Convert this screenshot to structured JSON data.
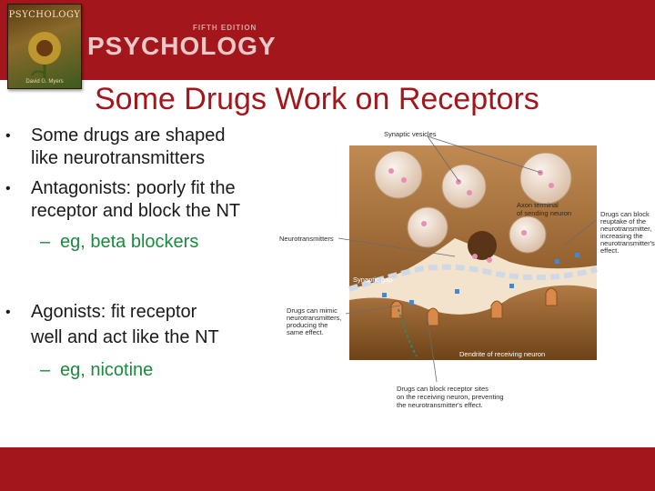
{
  "header": {
    "book_title": "PSYCHOLOGY",
    "book_author": "David G. Myers",
    "edition": "FIFTH EDITION",
    "brand": "PSYCHOLOGY",
    "band_color": "#a3161c"
  },
  "slide": {
    "title": "Some Drugs Work on Receptors",
    "bullets": [
      {
        "lines": [
          "Some drugs are shaped",
          "like neurotransmitters"
        ]
      },
      {
        "lines": [
          "Antagonists: poorly fit the",
          "receptor and block the NT"
        ],
        "sub": "eg, beta blockers"
      },
      {
        "lines": [
          "Agonists: fit receptor",
          "well and act like the NT"
        ],
        "sub": "eg, nicotine"
      }
    ],
    "sub_color": "#1a8a3e"
  },
  "figure": {
    "labels": {
      "synaptic_vesicles": "Synaptic vesicles",
      "axon_terminal": [
        "Axon terminal",
        "of sending neuron"
      ],
      "neurotransmitters": "Neurotransmitters",
      "reuptake": [
        "Drugs can block",
        "reuptake of the",
        "neurotransmitter,",
        "increasing the",
        "neurotransmitter's",
        "effect."
      ],
      "synaptic_gap": "Synaptic gap",
      "mimic": [
        "Drugs can mimic",
        "neurotransmitters,",
        "producing the",
        "same effect."
      ],
      "dendrite": "Dendrite of receiving neuron",
      "block_receptor": [
        "Drugs can block receptor sites",
        "on the receiving neuron, preventing",
        "the neurotransmitter's effect."
      ]
    }
  }
}
